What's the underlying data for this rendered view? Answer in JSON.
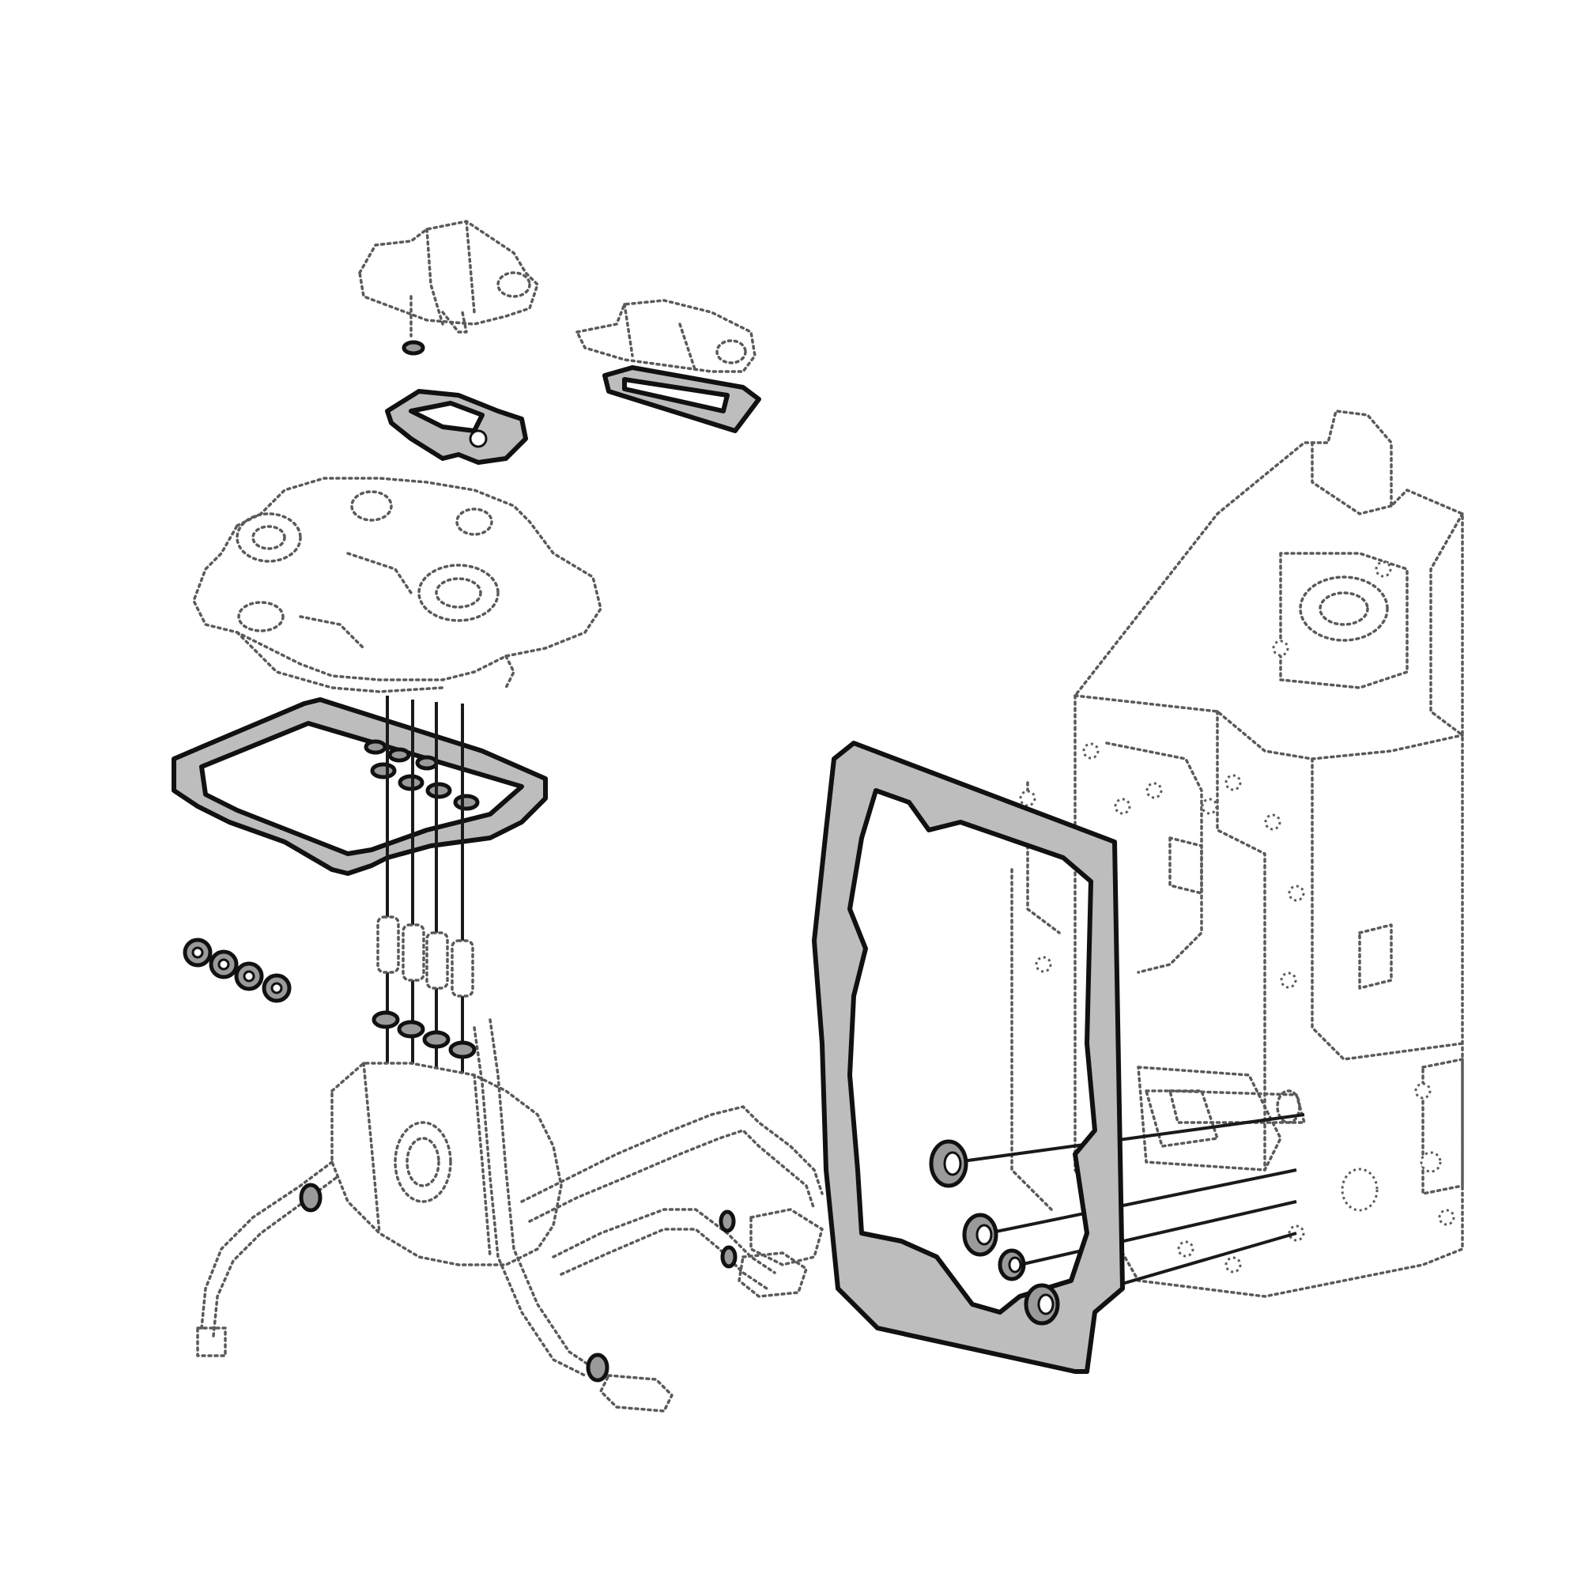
{
  "diagram": {
    "kind": "exploded parts view",
    "text_labels": [],
    "colors": {
      "outline": "#1a1a1a",
      "phantom_lines": "#5a5a5a",
      "gasket_fill": "#bdbdbd",
      "background": "#ffffff"
    },
    "parts": [
      {
        "name": "solenoid-valve-upper-left",
        "style": "phantom"
      },
      {
        "name": "solenoid-valve-upper-right",
        "style": "phantom"
      },
      {
        "name": "small-gasket-left",
        "style": "solid"
      },
      {
        "name": "small-gasket-right",
        "style": "solid"
      },
      {
        "name": "valve-block",
        "style": "phantom"
      },
      {
        "name": "valve-block-gasket",
        "style": "solid"
      },
      {
        "name": "o-ring-row-upper",
        "count": 4,
        "style": "solid"
      },
      {
        "name": "o-ring-row-left",
        "count": 4,
        "style": "solid"
      },
      {
        "name": "o-ring-row-lower",
        "count": 4,
        "style": "solid"
      },
      {
        "name": "spacer-sleeves",
        "count": 4,
        "style": "phantom"
      },
      {
        "name": "transfer-pipes",
        "style": "phantom"
      },
      {
        "name": "cover-plate-gasket",
        "style": "solid"
      },
      {
        "name": "shaft-seals",
        "count": 4,
        "style": "solid"
      },
      {
        "name": "transmission-housing",
        "style": "phantom"
      }
    ]
  }
}
